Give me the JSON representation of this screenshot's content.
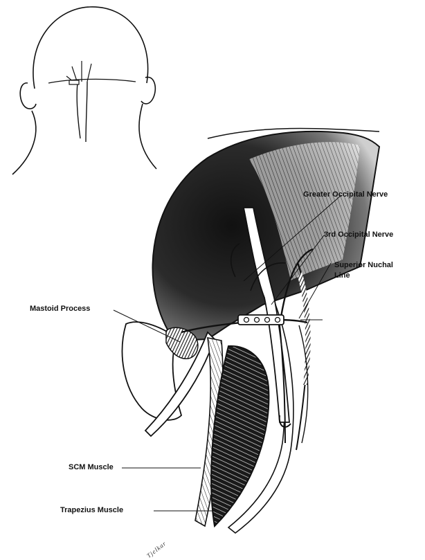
{
  "labels": {
    "greater_occipital_nerve": "Greater Occipital Nerve",
    "third_occipital_nerve": "3rd Occipital Nerve",
    "superior_nuchal_line_1": "Superior Nuchal",
    "superior_nuchal_line_2": "Line",
    "mastoid_process": "Mastoid Process",
    "scm_muscle": "SCM Muscle",
    "trapezius_muscle": "Trapezius Muscle"
  },
  "signature": "Tjelkar",
  "colors": {
    "ink": "#111111",
    "paper": "#ffffff",
    "shade": "#2a2a2a"
  }
}
